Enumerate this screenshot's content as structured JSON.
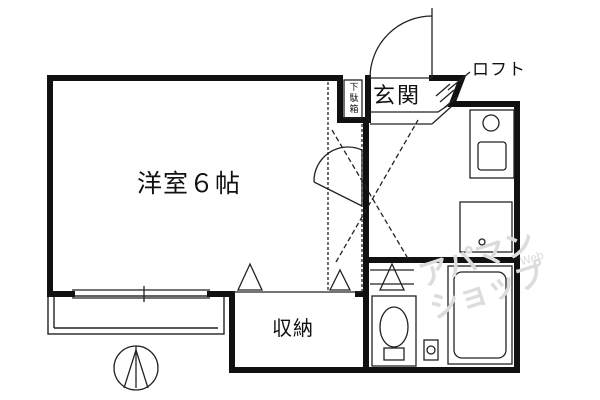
{
  "rooms": {
    "western": "洋室６帖",
    "storage": "収納",
    "entrance": "玄関",
    "shoe_box": "下駄箱"
  },
  "labels": {
    "loft": "ロフト"
  },
  "watermark": {
    "main": "アパマン\nショップ",
    "small": "Web"
  },
  "icons": {
    "compass": "north-arrow-icon"
  },
  "colors": {
    "wall": "#111111",
    "line": "#222222",
    "watermark": "#dcdcdc"
  }
}
